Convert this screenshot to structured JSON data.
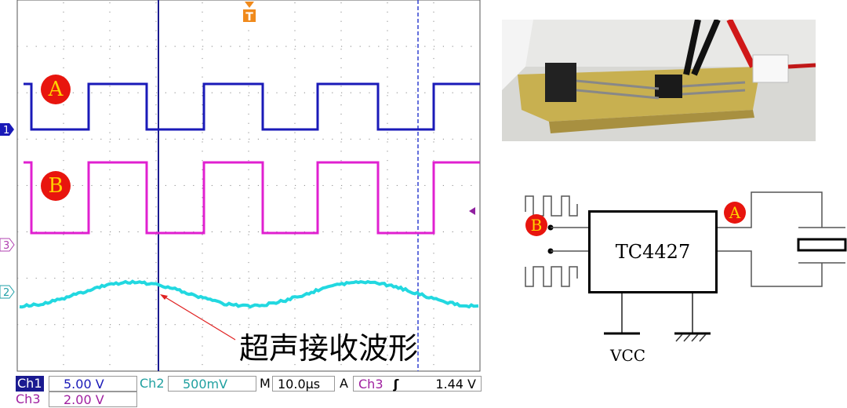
{
  "scope": {
    "markers": {
      "A": "A",
      "B": "B",
      "trigger": "T",
      "ch1": "1",
      "ch3": "3",
      "ch2": "2"
    },
    "status": {
      "ch1_label": "Ch1",
      "ch1_scale": "5.00 V",
      "ch2_label": "Ch2",
      "ch2_scale": "500mV",
      "timebase_label": "M",
      "timebase": "10.0µs",
      "trigger_label": "A",
      "trigger_source": "Ch3",
      "trigger_slope": "ʃ",
      "trigger_level": "1.44 V",
      "ch3_label": "Ch3",
      "ch3_scale": "2.00 V"
    },
    "colors": {
      "ch1": "#1a1ab8",
      "ch2": "#22d8e0",
      "ch3": "#e020d0",
      "trigger": "#f08a1c",
      "grid": "#9a9a9a"
    },
    "caption": "超声接收波形"
  },
  "schematic": {
    "chip": "TC4427",
    "vcc": "VCC",
    "label_a": "A",
    "label_b": "B"
  }
}
